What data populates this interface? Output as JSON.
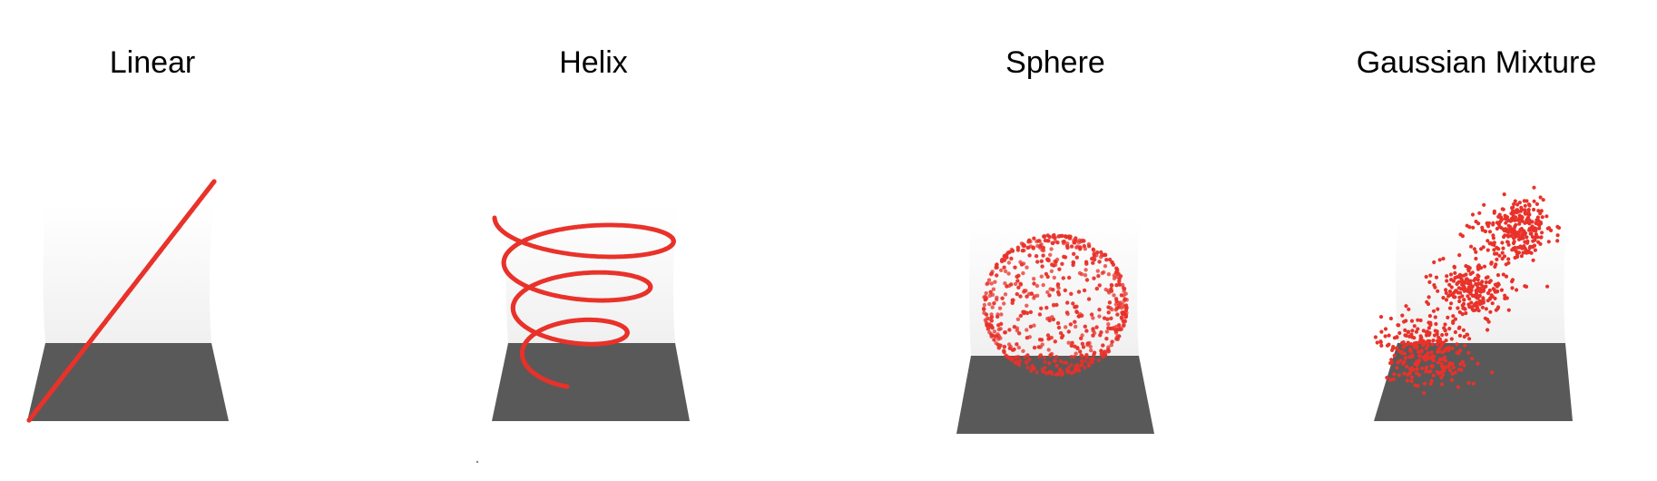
{
  "panels": [
    {
      "id": "linear",
      "title": "Linear",
      "shape": "line"
    },
    {
      "id": "helix",
      "title": "Helix",
      "shape": "helix"
    },
    {
      "id": "sphere",
      "title": "Sphere",
      "shape": "sphere-surface-points"
    },
    {
      "id": "gaussian",
      "title": "Gaussian Mixture",
      "shape": "gaussian-clusters"
    }
  ],
  "colors": {
    "points": "#e8322a",
    "floor": "#595959",
    "wall_top": "#ffffff",
    "wall_bottom": "#f0f0f0"
  }
}
